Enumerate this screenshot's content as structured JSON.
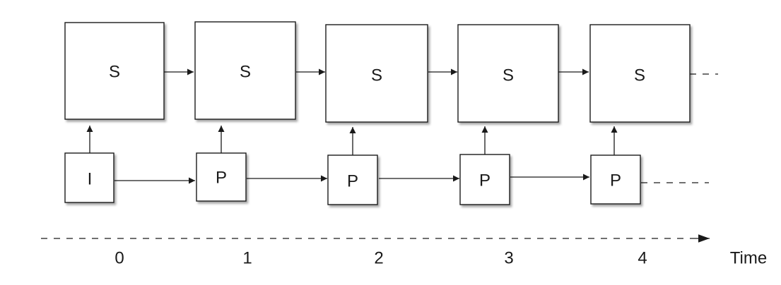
{
  "state_nodes": [
    "S",
    "S",
    "S",
    "S",
    "S"
  ],
  "input_nodes": [
    "I",
    "P",
    "P",
    "P",
    "P"
  ],
  "time_ticks": [
    "0",
    "1",
    "2",
    "3",
    "4"
  ],
  "time_axis_label": "Time"
}
